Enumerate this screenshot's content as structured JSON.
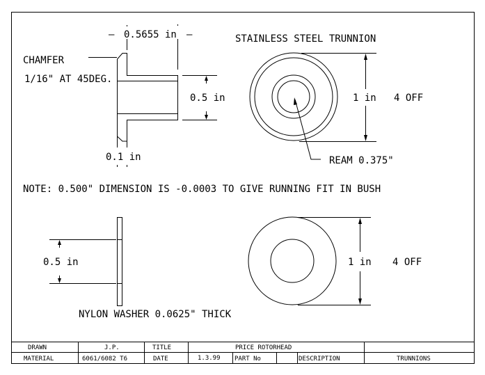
{
  "trunnion": {
    "side_view": {
      "length_dim": "0.5655 in",
      "length_dash_left": "–",
      "length_dash_right": "–",
      "chamfer_label": "CHAMFER",
      "chamfer_spec": "1/16\" AT 45DEG.",
      "diameter_dim": "0.5 in",
      "flange_dim": "0.1 in"
    },
    "end_view": {
      "title": "STAINLESS STEEL TRUNNION",
      "diameter_dim": "1 in",
      "quantity": "4 OFF",
      "ream_note": "REAM 0.375\""
    }
  },
  "note": "NOTE: 0.500\" DIMENSION IS -0.0003 TO GIVE RUNNING FIT IN BUSH",
  "washer": {
    "side_view": {
      "diameter_dim": "0.5 in",
      "label": "NYLON WASHER 0.0625\" THICK"
    },
    "end_view": {
      "diameter_dim": "1 in",
      "quantity": "4 OFF"
    }
  },
  "title_block": {
    "drawn_label": "DRAWN",
    "drawn_value": "J.P.",
    "title_label": "TITLE",
    "title_value": "PRICE ROTORHEAD",
    "material_label": "MATERIAL",
    "material_value": "6061/6082 T6",
    "date_label": "DATE",
    "date_value": "1.3.99",
    "part_label": "PART No",
    "part_value": "",
    "description_label": "DESCRIPTION",
    "description_value": "TRUNNIONS"
  }
}
